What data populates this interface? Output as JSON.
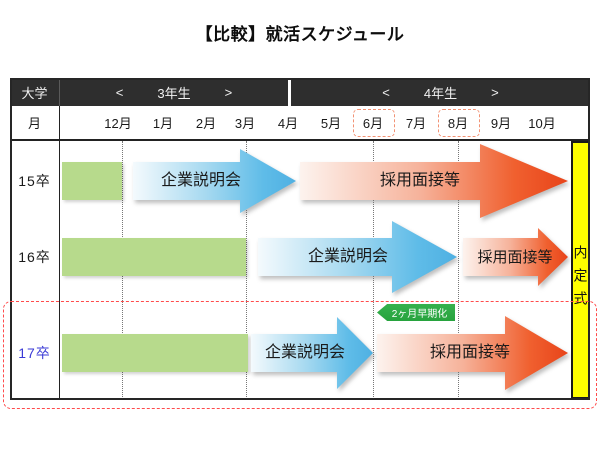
{
  "title": "【比較】就活スケジュール",
  "header": {
    "corner": "大学",
    "month_label": "月",
    "group3": {
      "left": "<",
      "label": "3年生",
      "right": ">"
    },
    "group4": {
      "left": "<",
      "label": "4年生",
      "right": ">"
    },
    "months": [
      "12月",
      "1月",
      "2月",
      "3月",
      "4月",
      "5月",
      "6月",
      "7月",
      "8月",
      "9月",
      "10月"
    ],
    "highlighted_months": [
      "6月",
      "8月"
    ]
  },
  "rows": [
    {
      "label": "15卒",
      "explain": "企業説明会",
      "interview": "採用面接等"
    },
    {
      "label": "16卒",
      "explain": "企業説明会",
      "interview": "採用面接等"
    },
    {
      "label": "17卒",
      "explain": "企業説明会",
      "interview": "採用面接等",
      "badge": "2ヶ月早期化"
    }
  ],
  "right_bar": "内定式",
  "colors": {
    "header_black": "#2e2e2e",
    "green_bar": "#b7da8c",
    "blue_arrow": "#4fb0e2",
    "orange_arrow": "#e8441a",
    "yellow_bar": "#ffff00",
    "badge_green": "#2aa843",
    "highlight_red": "#ff4b4b",
    "month_box_red": "#f29274",
    "label_17_blue": "#3a3ad6"
  },
  "chart_data": {
    "type": "bar",
    "subtype": "gantt-timeline-comparison",
    "title": "【比較】就活スケジュール",
    "x_axis": {
      "label": "月",
      "categories": [
        "12月",
        "1月",
        "2月",
        "3月",
        "4月",
        "5月",
        "6月",
        "7月",
        "8月",
        "9月",
        "10月"
      ],
      "grade_groups": [
        {
          "label": "3年生",
          "months": [
            "12月",
            "1月",
            "2月",
            "3月"
          ]
        },
        {
          "label": "4年生",
          "months": [
            "4月",
            "5月",
            "6月",
            "7月",
            "8月",
            "9月",
            "10月"
          ]
        }
      ],
      "highlighted_months": [
        "6月",
        "8月"
      ],
      "dotted_guides_at": [
        "12月",
        "3月",
        "6月",
        "8月"
      ]
    },
    "legend_position": "none",
    "rows": [
      {
        "label": "15卒",
        "segments": [
          {
            "shape": "bar",
            "color": "green",
            "label": "",
            "start": "axis-start",
            "end": "12月"
          },
          {
            "shape": "arrow",
            "color": "blue",
            "label": "企業説明会",
            "start": "12月",
            "end": "4月"
          },
          {
            "shape": "arrow",
            "color": "orange",
            "label": "採用面接等",
            "start": "4月",
            "end": "10月"
          }
        ]
      },
      {
        "label": "16卒",
        "segments": [
          {
            "shape": "bar",
            "color": "green",
            "label": "",
            "start": "axis-start",
            "end": "3月"
          },
          {
            "shape": "arrow",
            "color": "blue",
            "label": "企業説明会",
            "start": "3月",
            "end": "8月"
          },
          {
            "shape": "arrow",
            "color": "orange",
            "label": "採用面接等",
            "start": "8月",
            "end": "10月"
          }
        ]
      },
      {
        "label": "17卒",
        "emphasized": true,
        "segments": [
          {
            "shape": "bar",
            "color": "green",
            "label": "",
            "start": "axis-start",
            "end": "3月"
          },
          {
            "shape": "arrow",
            "color": "blue",
            "label": "企業説明会",
            "start": "3月",
            "end": "6月"
          },
          {
            "shape": "arrow",
            "color": "orange",
            "label": "採用面接等",
            "start": "6月",
            "end": "10月"
          }
        ],
        "annotation": {
          "label": "2ヶ月早期化",
          "direction": "left",
          "from": "8月",
          "to": "6月"
        }
      }
    ],
    "end_marker": {
      "label": "内定式",
      "color": "yellow",
      "position": "right-edge"
    }
  }
}
